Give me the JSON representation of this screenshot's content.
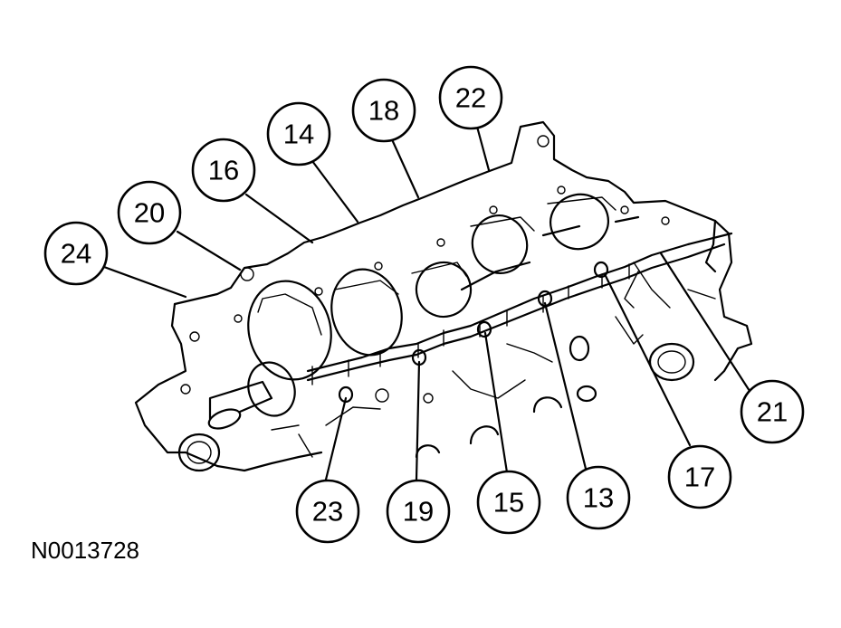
{
  "figure": {
    "id": "N0013728",
    "callouts": [
      "24",
      "20",
      "16",
      "14",
      "18",
      "22",
      "21",
      "17",
      "13",
      "15",
      "19",
      "23"
    ]
  }
}
